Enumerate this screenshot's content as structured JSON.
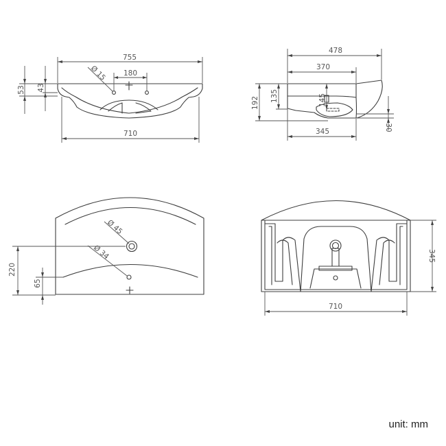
{
  "views": {
    "top_front": {
      "width_overall": "755",
      "tap_hole_diameter": "Ø 15",
      "tap_hole_spacing": "180",
      "edge_height_outer": "53",
      "edge_height_inner": "43",
      "width_bottom": "710"
    },
    "side": {
      "depth_overall": "478",
      "depth_top": "370",
      "height_overall": "192",
      "bowl_height": "135",
      "overflow_height": "145",
      "depth_bottom": "345",
      "rim_height": "30"
    },
    "plan": {
      "tap_hole_diameter": "Ø 45",
      "waste_diameter": "Ø 34",
      "tap_offset": "220",
      "waste_offset": "65"
    },
    "rear": {
      "depth": "345",
      "width": "710"
    }
  },
  "unit_label": "unit: mm"
}
